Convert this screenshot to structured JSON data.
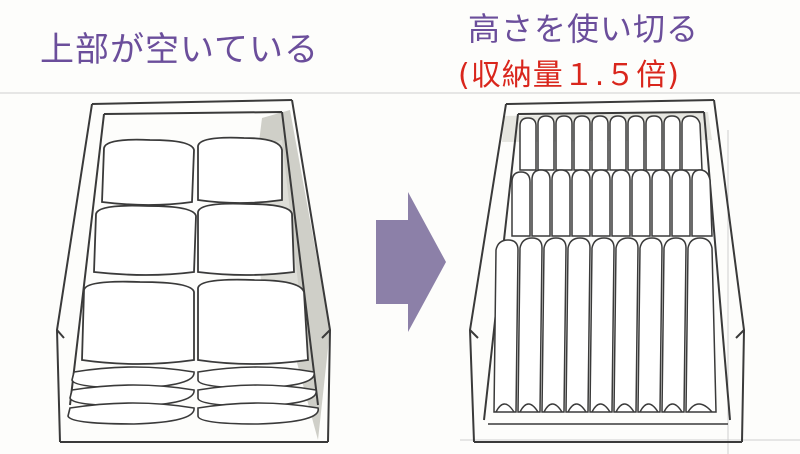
{
  "left_panel": {
    "caption": "上部が空いている"
  },
  "right_panel": {
    "title": "高さを使い切る",
    "subtitle": "(収納量１.５倍)"
  },
  "colors": {
    "caption_purple": "#6b4e9b",
    "subtitle_red": "#d9261c",
    "arrow": "#8c80a8",
    "pencil": "#3a3a3a",
    "shade": "#c9c9c2"
  },
  "icons": {
    "arrow": "right-arrow-icon"
  }
}
